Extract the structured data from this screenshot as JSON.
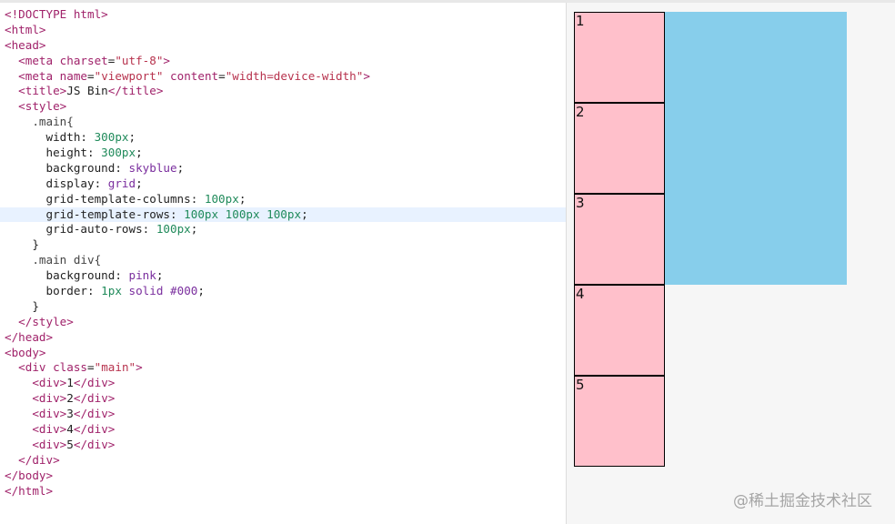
{
  "editor": {
    "lines": [
      [
        [
          "tk-tag",
          "<!DOCTYPE html>"
        ]
      ],
      [
        [
          "tk-tag",
          "<html>"
        ]
      ],
      [
        [
          "tk-tag",
          "<head>"
        ]
      ],
      [
        [
          "tk-plain",
          "  "
        ],
        [
          "tk-tag",
          "<meta "
        ],
        [
          "tk-attr",
          "charset"
        ],
        [
          "tk-plain",
          "="
        ],
        [
          "tk-str",
          "\"utf-8\""
        ],
        [
          "tk-tag",
          ">"
        ]
      ],
      [
        [
          "tk-plain",
          "  "
        ],
        [
          "tk-tag",
          "<meta "
        ],
        [
          "tk-attr",
          "name"
        ],
        [
          "tk-plain",
          "="
        ],
        [
          "tk-str",
          "\"viewport\""
        ],
        [
          "tk-plain",
          " "
        ],
        [
          "tk-attr",
          "content"
        ],
        [
          "tk-plain",
          "="
        ],
        [
          "tk-str",
          "\"width=device-width\""
        ],
        [
          "tk-tag",
          ">"
        ]
      ],
      [
        [
          "tk-plain",
          "  "
        ],
        [
          "tk-tag",
          "<title>"
        ],
        [
          "tk-plain",
          "JS Bin"
        ],
        [
          "tk-tag",
          "</title>"
        ]
      ],
      [
        [
          "tk-plain",
          "  "
        ],
        [
          "tk-tag",
          "<style>"
        ]
      ],
      [
        [
          "tk-plain",
          "    "
        ],
        [
          "tk-sel",
          ".main{"
        ]
      ],
      [
        [
          "tk-plain",
          "      "
        ],
        [
          "tk-prop",
          "width: "
        ],
        [
          "tk-num",
          "300px"
        ],
        [
          "tk-plain",
          ";"
        ]
      ],
      [
        [
          "tk-plain",
          "      "
        ],
        [
          "tk-prop",
          "height: "
        ],
        [
          "tk-num",
          "300px"
        ],
        [
          "tk-plain",
          ";"
        ]
      ],
      [
        [
          "tk-plain",
          "      "
        ],
        [
          "tk-prop",
          "background: "
        ],
        [
          "tk-val",
          "skyblue"
        ],
        [
          "tk-plain",
          ";"
        ]
      ],
      [
        [
          "tk-plain",
          "      "
        ],
        [
          "tk-prop",
          "display: "
        ],
        [
          "tk-val",
          "grid"
        ],
        [
          "tk-plain",
          ";"
        ]
      ],
      [
        [
          "tk-plain",
          "      "
        ],
        [
          "tk-prop",
          "grid-template-columns: "
        ],
        [
          "tk-num",
          "100px"
        ],
        [
          "tk-plain",
          ";"
        ]
      ],
      [
        [
          "tk-plain",
          "      "
        ],
        [
          "tk-prop",
          "grid-template-rows: "
        ],
        [
          "tk-num",
          "100px 100px 100px"
        ],
        [
          "tk-plain",
          ";"
        ]
      ],
      [
        [
          "tk-plain",
          "      "
        ],
        [
          "tk-prop",
          "grid-auto-rows: "
        ],
        [
          "tk-num",
          "100px"
        ],
        [
          "tk-plain",
          ";"
        ]
      ],
      [
        [
          "tk-plain",
          "    }"
        ]
      ],
      [
        [
          "tk-plain",
          "    "
        ],
        [
          "tk-sel",
          ".main div{"
        ]
      ],
      [
        [
          "tk-plain",
          "      "
        ],
        [
          "tk-prop",
          "background: "
        ],
        [
          "tk-val",
          "pink"
        ],
        [
          "tk-plain",
          ";"
        ]
      ],
      [
        [
          "tk-plain",
          "      "
        ],
        [
          "tk-prop",
          "border: "
        ],
        [
          "tk-num",
          "1px"
        ],
        [
          "tk-plain",
          " "
        ],
        [
          "tk-val",
          "solid"
        ],
        [
          "tk-plain",
          " "
        ],
        [
          "tk-val",
          "#000"
        ],
        [
          "tk-plain",
          ";"
        ]
      ],
      [
        [
          "tk-plain",
          "    }"
        ]
      ],
      [
        [
          "tk-plain",
          "  "
        ],
        [
          "tk-tag",
          "</style>"
        ]
      ],
      [
        [
          "tk-tag",
          "</head>"
        ]
      ],
      [
        [
          "tk-tag",
          "<body>"
        ]
      ],
      [
        [
          "tk-plain",
          "  "
        ],
        [
          "tk-tag",
          "<div "
        ],
        [
          "tk-attr",
          "class"
        ],
        [
          "tk-plain",
          "="
        ],
        [
          "tk-str",
          "\"main\""
        ],
        [
          "tk-tag",
          ">"
        ]
      ],
      [
        [
          "tk-plain",
          "    "
        ],
        [
          "tk-tag",
          "<div>"
        ],
        [
          "tk-plain",
          "1"
        ],
        [
          "tk-tag",
          "</div>"
        ]
      ],
      [
        [
          "tk-plain",
          "    "
        ],
        [
          "tk-tag",
          "<div>"
        ],
        [
          "tk-plain",
          "2"
        ],
        [
          "tk-tag",
          "</div>"
        ]
      ],
      [
        [
          "tk-plain",
          "    "
        ],
        [
          "tk-tag",
          "<div>"
        ],
        [
          "tk-plain",
          "3"
        ],
        [
          "tk-tag",
          "</div>"
        ]
      ],
      [
        [
          "tk-plain",
          "    "
        ],
        [
          "tk-tag",
          "<div>"
        ],
        [
          "tk-plain",
          "4"
        ],
        [
          "tk-tag",
          "</div>"
        ]
      ],
      [
        [
          "tk-plain",
          "    "
        ],
        [
          "tk-tag",
          "<div>"
        ],
        [
          "tk-plain",
          "5"
        ],
        [
          "tk-tag",
          "</div>"
        ]
      ],
      [
        [
          "tk-plain",
          "  "
        ],
        [
          "tk-tag",
          "</div>"
        ]
      ],
      [
        [
          "tk-tag",
          "</body>"
        ]
      ],
      [
        [
          "tk-tag",
          "</html>"
        ]
      ]
    ],
    "active_line": 13
  },
  "output": {
    "grid_items": [
      "1",
      "2",
      "3",
      "4",
      "5"
    ]
  },
  "watermark": "@稀土掘金技术社区",
  "colors": {
    "container": "#87ceeb",
    "item": "#ffc0cb",
    "active_line": "#e8f2ff"
  }
}
